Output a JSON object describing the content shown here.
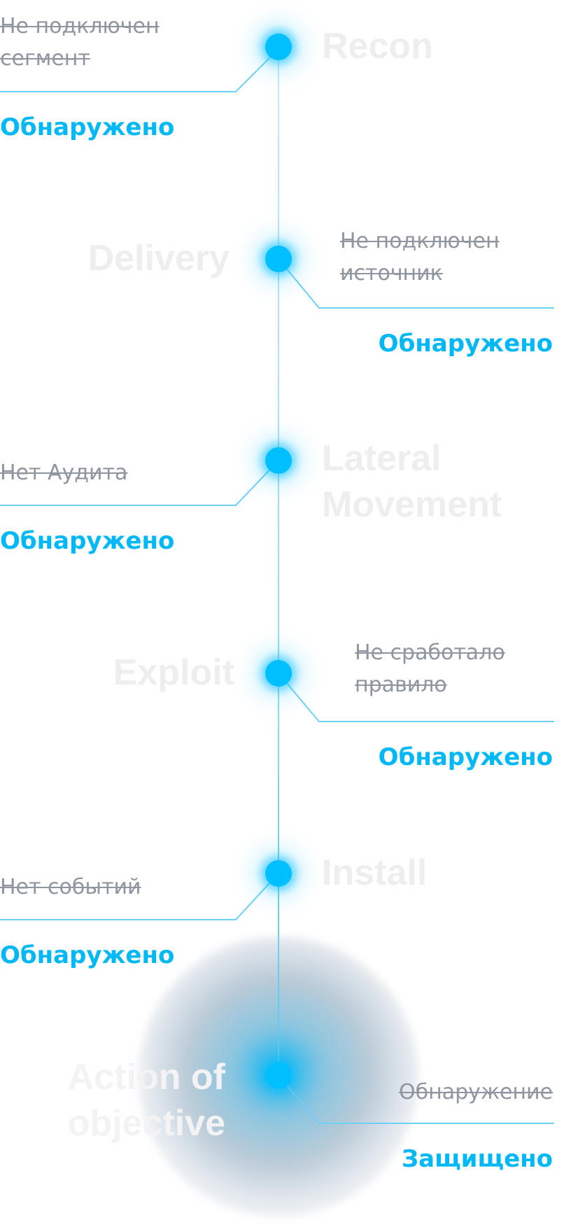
{
  "stages": [
    {
      "name": "Recon",
      "issue": "Не подключен сегмент",
      "issue_lines": [
        "Не подключен",
        "сегмент"
      ],
      "status": "Обнаружено"
    },
    {
      "name": "Delivery",
      "issue": "Не подключен источник",
      "issue_lines": [
        "Не подключен",
        "источник"
      ],
      "status": "Обнаружено"
    },
    {
      "name": "Lateral Movement",
      "name_lines": [
        "Lateral",
        "Movement"
      ],
      "issue": "Нет Аудита",
      "status": "Обнаружено"
    },
    {
      "name": "Exploit",
      "issue": "Не сработало правило",
      "issue_lines": [
        "Не сработало",
        "правило"
      ],
      "status": "Обнаружено"
    },
    {
      "name": "Install",
      "issue": "Нет событий",
      "status": "Обнаружено"
    },
    {
      "name": "Action of objective",
      "name_lines": [
        "Action of",
        "objective"
      ],
      "issue": "Обнаружение",
      "status": "Защищено"
    }
  ],
  "colors": {
    "accent": "#00bfff",
    "status_text": "#00b8f5",
    "struck_text": "#8f96a0",
    "stage_text": "#eeeeee",
    "spine": "#a6def5"
  }
}
